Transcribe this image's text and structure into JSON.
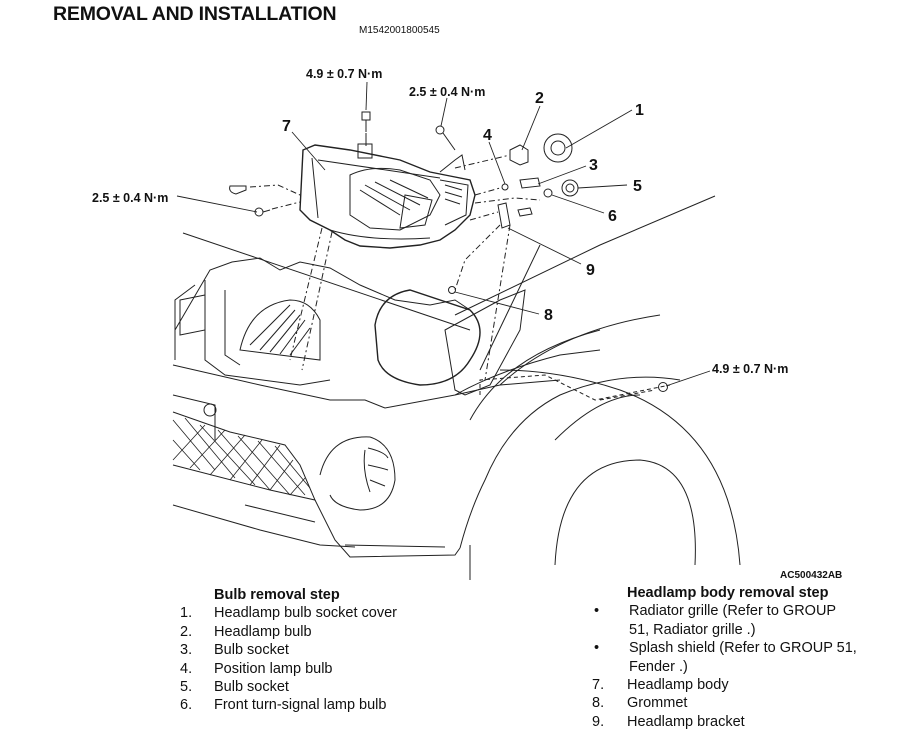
{
  "page": {
    "title": "REMOVAL AND INSTALLATION",
    "doc_id": "M1542001800545"
  },
  "figure": {
    "figure_id": "AC500432AB",
    "callouts": [
      "1",
      "2",
      "3",
      "4",
      "5",
      "6",
      "7",
      "8",
      "9"
    ],
    "torque_labels": {
      "top_bolt": "4.9 ± 0.7 N·m",
      "top_screw": "2.5 ± 0.4 N·m",
      "side_screw": "2.5 ± 0.4 N·m",
      "fender_nut": "4.9 ± 0.7 N·m"
    }
  },
  "bulb_removal": {
    "heading": "Bulb removal step",
    "steps": [
      {
        "num": "1.",
        "text": "Headlamp bulb socket cover"
      },
      {
        "num": "2.",
        "text": "Headlamp bulb"
      },
      {
        "num": "3.",
        "text": "Bulb socket"
      },
      {
        "num": "4.",
        "text": "Position lamp bulb"
      },
      {
        "num": "5.",
        "text": "Bulb socket"
      },
      {
        "num": "6.",
        "text": "Front turn-signal lamp bulb"
      }
    ]
  },
  "headlamp_body_removal": {
    "heading": "Headlamp body removal step",
    "bullet": "•",
    "prereqs": [
      {
        "line1": "Radiator grille (Refer to GROUP",
        "line2": "51, Radiator grille .)"
      },
      {
        "line1": "Splash shield (Refer to GROUP 51,",
        "line2": "Fender .)"
      }
    ],
    "steps": [
      {
        "num": "7.",
        "text": "Headlamp body"
      },
      {
        "num": "8.",
        "text": "Grommet"
      },
      {
        "num": "9.",
        "text": "Headlamp bracket"
      }
    ]
  }
}
